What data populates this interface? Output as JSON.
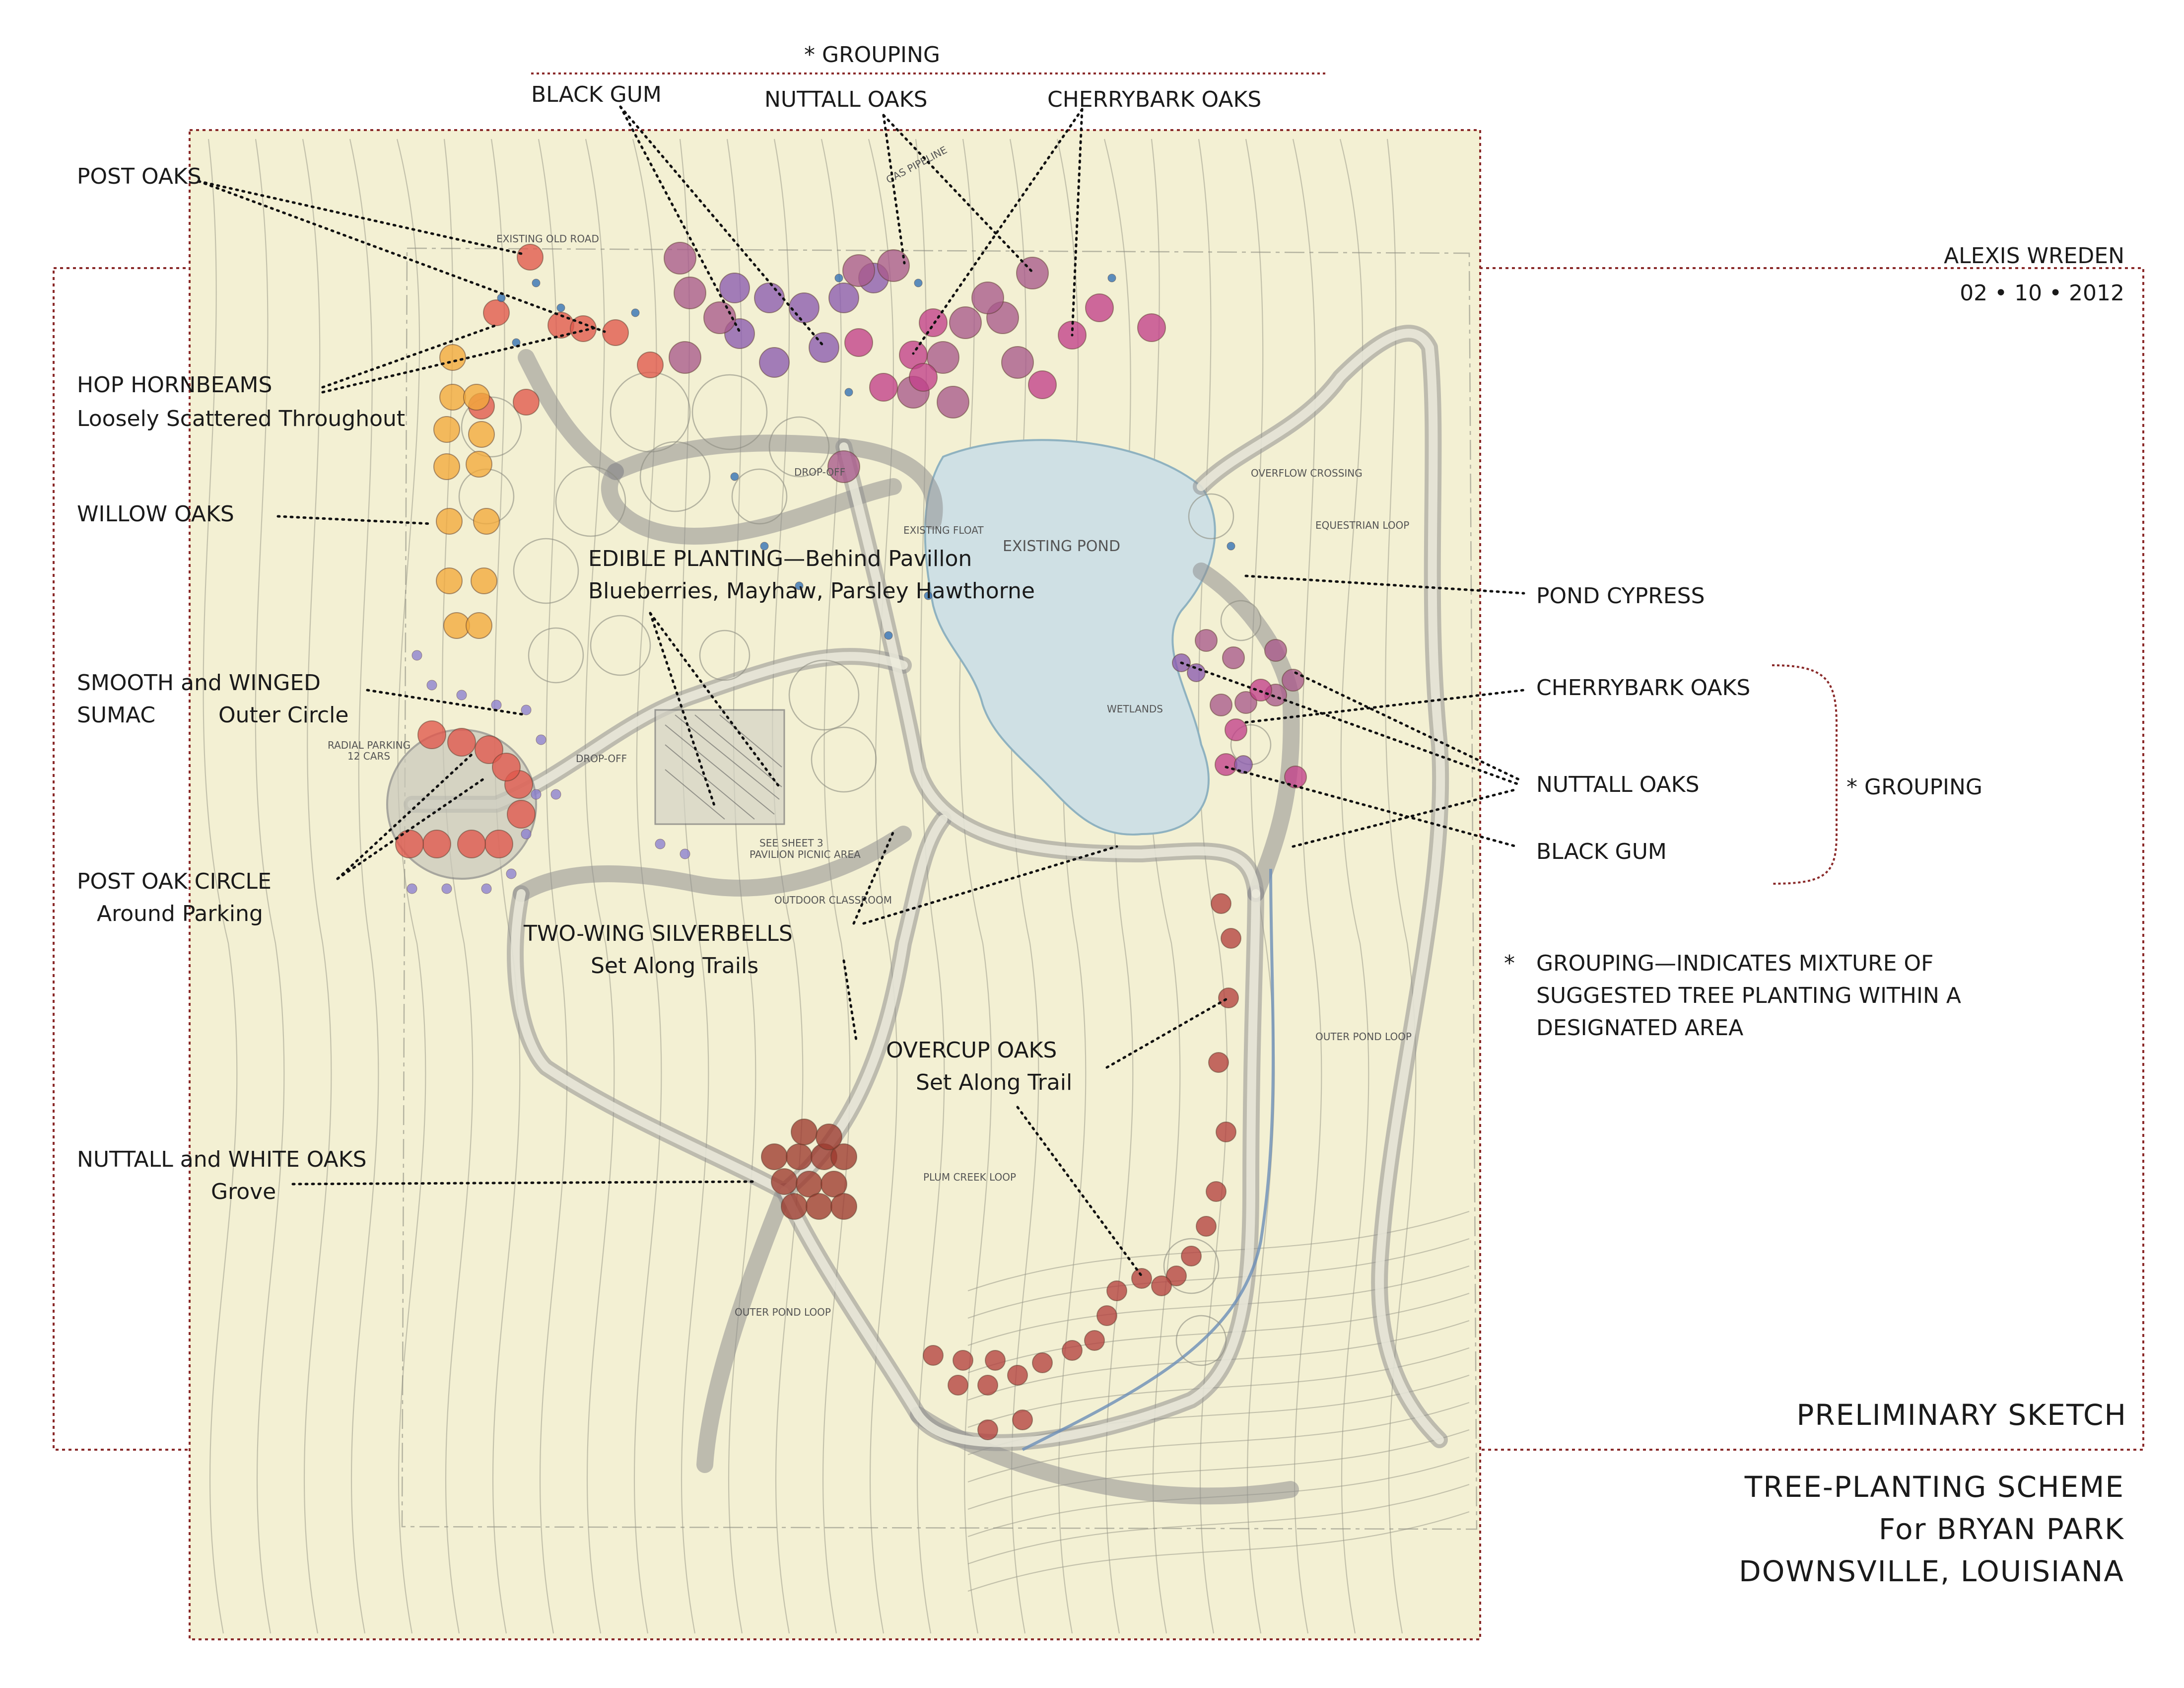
{
  "grouping_header": "* GROUPING",
  "labels": {
    "black_gum_top": "BLACK GUM",
    "nuttall_oaks_top": "NUTTALL OAKS",
    "cherrybark_oaks_top": "CHERRYBARK OAKS",
    "post_oaks": "POST OAKS",
    "hop_hornbeams": "HOP HORNBEAMS",
    "hop_hornbeams_note": "Loosely Scattered Throughout",
    "willow_oaks": "WILLOW OAKS",
    "edible_planting": "EDIBLE PLANTING—Behind Pavillon",
    "edible_planting_note": "Blueberries, Mayhaw, Parsley Hawthorne",
    "sumac_1": "SMOOTH and WINGED",
    "sumac_2": "SUMAC",
    "sumac_note": "Outer Circle",
    "post_oak_circle": "POST OAK CIRCLE",
    "post_oak_circle_note": "Around Parking",
    "silverbells": "TWO-WING SILVERBELLS",
    "silverbells_note": "Set Along Trails",
    "overcup_oaks": "OVERCUP OAKS",
    "overcup_oaks_note": "Set Along Trail",
    "nuttall_white": "NUTTALL and WHITE OAKS",
    "nuttall_white_note": "Grove",
    "pond_cypress": "POND CYPRESS",
    "cherrybark_right": "CHERRYBARK OAKS",
    "nuttall_right": "NUTTALL OAKS",
    "black_gum_right": "BLACK GUM",
    "grouping_right": "* GROUPING"
  },
  "author": {
    "name": "ALEXIS WREDEN",
    "date": "02 • 10 • 2012"
  },
  "legend_note": {
    "star": "*",
    "line1": "GROUPING—INDICATES  MIXTURE OF",
    "line2": "SUGGESTED TREE PLANTING WITHIN A",
    "line3": "DESIGNATED AREA"
  },
  "title_block": {
    "status": "PRELIMINARY SKETCH",
    "line1": "TREE-PLANTING  SCHEME",
    "line2": "For BRYAN PARK",
    "line3": "DOWNSVILLE, LOUISIANA"
  },
  "plan_text": {
    "existing_old_road": "EXISTING OLD ROAD",
    "gas_pipeline": "GAS PIPELINE",
    "existing_pond": "EXISTING POND",
    "existing_float": "EXISTING FLOAT",
    "overflow_crossing": "OVERFLOW CROSSING",
    "equestrian_loop": "EQUESTRIAN LOOP",
    "wetlands": "WETLANDS",
    "radial_parking": "RADIAL PARKING",
    "cars": "12 CARS",
    "drop_off_1": "DROP-OFF",
    "drop_off_2": "DROP-OFF",
    "pavilion_picnic": "PAVILION PICNIC AREA",
    "see_sheet": "SEE SHEET 3",
    "outdoor_classroom": "OUTDOOR CLASSROOM",
    "outer_pond_loop_right": "OUTER POND LOOP",
    "plum_creek_loop": "PLUM CREEK LOOP",
    "outer_pond_loop_left": "OUTER POND LOOP"
  },
  "colors": {
    "paper": "#f3f0d3",
    "post_oak": "#e0574c",
    "willow_oak": "#f2a93b",
    "black_gum": "#8a5bb0",
    "nuttall_oak": "#a85a8c",
    "cherrybark_oak": "#c2408a",
    "overcup_oak": "#b3413f",
    "grove_oak": "#9c3a2e",
    "hop_hornbeam": "#2f6fb5",
    "sumac": "#8a7fcf",
    "pond": "#cfe0e4",
    "frame": "#8a2a2a"
  }
}
